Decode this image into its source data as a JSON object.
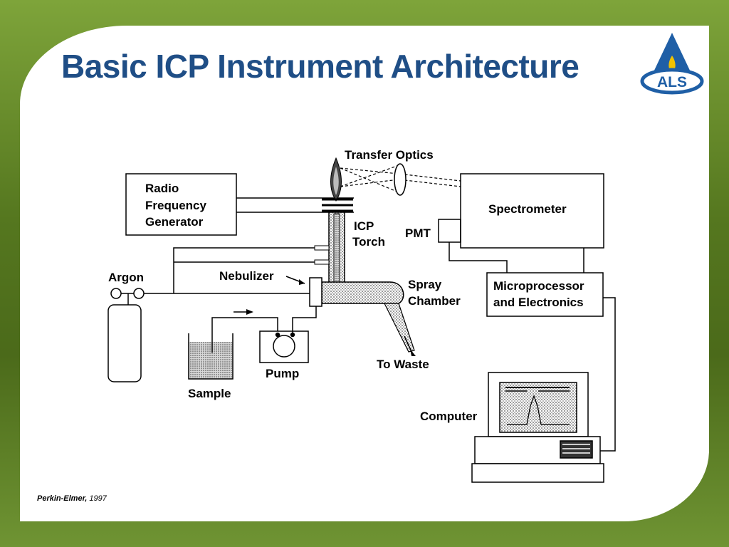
{
  "slide": {
    "title": "Basic ICP Instrument Architecture",
    "logo_text": "ALS",
    "citation_author": "Perkin-Elmer,",
    "citation_year": "1997"
  },
  "diagram": {
    "labels": {
      "transfer_optics": "Transfer Optics",
      "radio_line1": "Radio",
      "radio_line2": "Frequency",
      "radio_line3": "Generator",
      "spectrometer": "Spectrometer",
      "pmt": "PMT",
      "icp_line1": "ICP",
      "icp_line2": "Torch",
      "argon": "Argon",
      "nebulizer": "Nebulizer",
      "spray_line1": "Spray",
      "spray_line2": "Chamber",
      "micro_line1": "Microprocessor",
      "micro_line2": "and Electronics",
      "to_waste": "To Waste",
      "pump": "Pump",
      "sample": "Sample",
      "computer": "Computer"
    }
  },
  "colors": {
    "title": "#1f4e86",
    "logo_blue": "#1f5fa6",
    "background_green": "#55771f"
  }
}
